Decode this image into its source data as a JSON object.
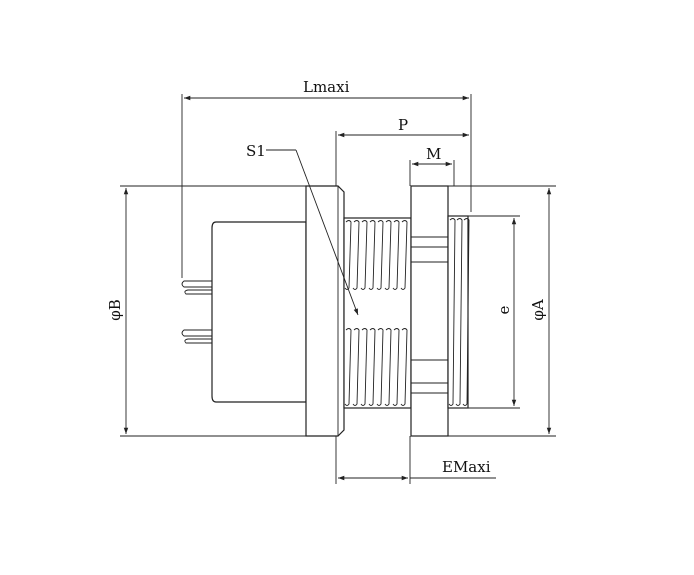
{
  "labels": {
    "lmax": "Lmaxi",
    "p": "P",
    "m": "M",
    "s1": "S1",
    "phi_b": "φB",
    "phi_a": "φA",
    "e": "e",
    "emax": "EMaxi"
  },
  "colors": {
    "line": "#222222",
    "background": "#ffffff"
  }
}
